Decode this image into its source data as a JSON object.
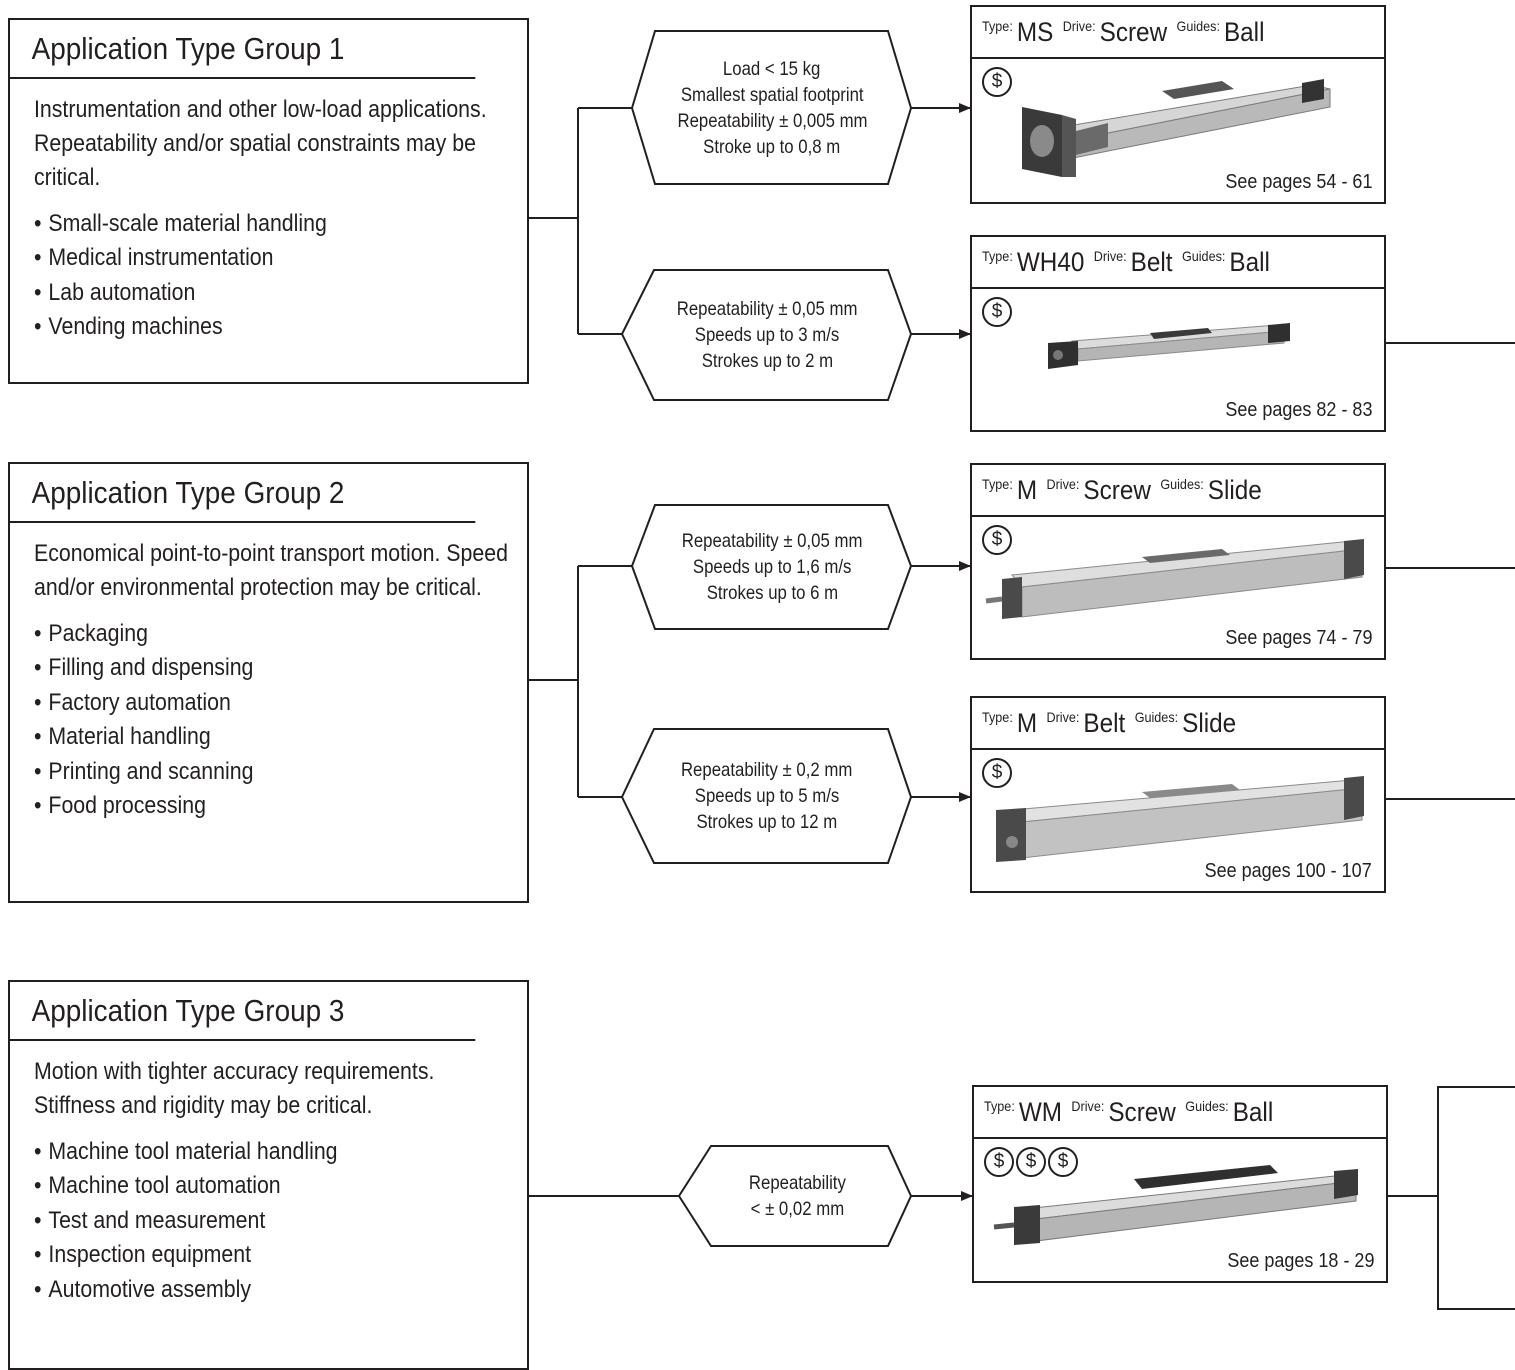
{
  "groups": [
    {
      "title": "Application Type Group 1",
      "description": "Instrumentation and other low-load applications. Repeatability and/or spatial constraints may be critical.",
      "items": [
        "Small-scale material handling",
        "Medical instrumentation",
        "Lab automation",
        "Vending machines"
      ]
    },
    {
      "title": "Application Type Group 2",
      "description": "Economical point-to-point transport motion. Speed and/or environmental protection may be critical.",
      "items": [
        "Packaging",
        "Filling and dispensing",
        "Factory automation",
        "Material handling",
        "Printing and scanning",
        "Food processing"
      ]
    },
    {
      "title": "Application Type Group 3",
      "description": "Motion with tighter accuracy requirements. Stiffness and rigidity may be critical.",
      "items": [
        "Machine tool material handling",
        "Machine tool automation",
        "Test and measurement",
        "Inspection equipment",
        "Automotive assembly"
      ]
    }
  ],
  "bullet_symbol": "•",
  "conditions": [
    {
      "lines": [
        "Load < 15 kg",
        "Smallest spatial footprint",
        "Repeatability ±  0,005 mm",
        "Stroke up to 0,8 m"
      ]
    },
    {
      "lines": [
        "Repeatability ± 0,05 mm",
        "Speeds up to 3 m/s",
        "Strokes up to 2 m"
      ]
    },
    {
      "lines": [
        "Repeatability ± 0,05 mm",
        "Speeds up to 1,6 m/s",
        "Strokes up to 6 m"
      ]
    },
    {
      "lines": [
        "Repeatability ± 0,2 mm",
        "Speeds up to 5 m/s",
        "Strokes up to 12 m"
      ]
    },
    {
      "lines": [
        "Repeatability",
        "< ± 0,02 mm"
      ]
    }
  ],
  "labels": {
    "type": "Type:",
    "drive": "Drive:",
    "guides": "Guides:"
  },
  "coin_symbol": "$",
  "products": [
    {
      "type": "MS",
      "drive": "Screw",
      "guides": "Ball",
      "cost_level": 1,
      "pages": "See pages 54 - 61"
    },
    {
      "type": "WH40",
      "drive": "Belt",
      "guides": "Ball",
      "cost_level": 1,
      "pages": "See pages 82 - 83"
    },
    {
      "type": "M",
      "drive": "Screw",
      "guides": "Slide",
      "cost_level": 1,
      "pages": "See pages 74 - 79"
    },
    {
      "type": "M",
      "drive": "Belt",
      "guides": "Slide",
      "cost_level": 1,
      "pages": "See pages 100 - 107"
    },
    {
      "type": "WM",
      "drive": "Screw",
      "guides": "Ball",
      "cost_level": 3,
      "pages": "See pages 18 - 29"
    }
  ],
  "colors": {
    "line": "#231f20",
    "rail": "#c9c9c9",
    "rail_dark": "#8a8a8a",
    "end_cap": "#3a3a3a"
  }
}
